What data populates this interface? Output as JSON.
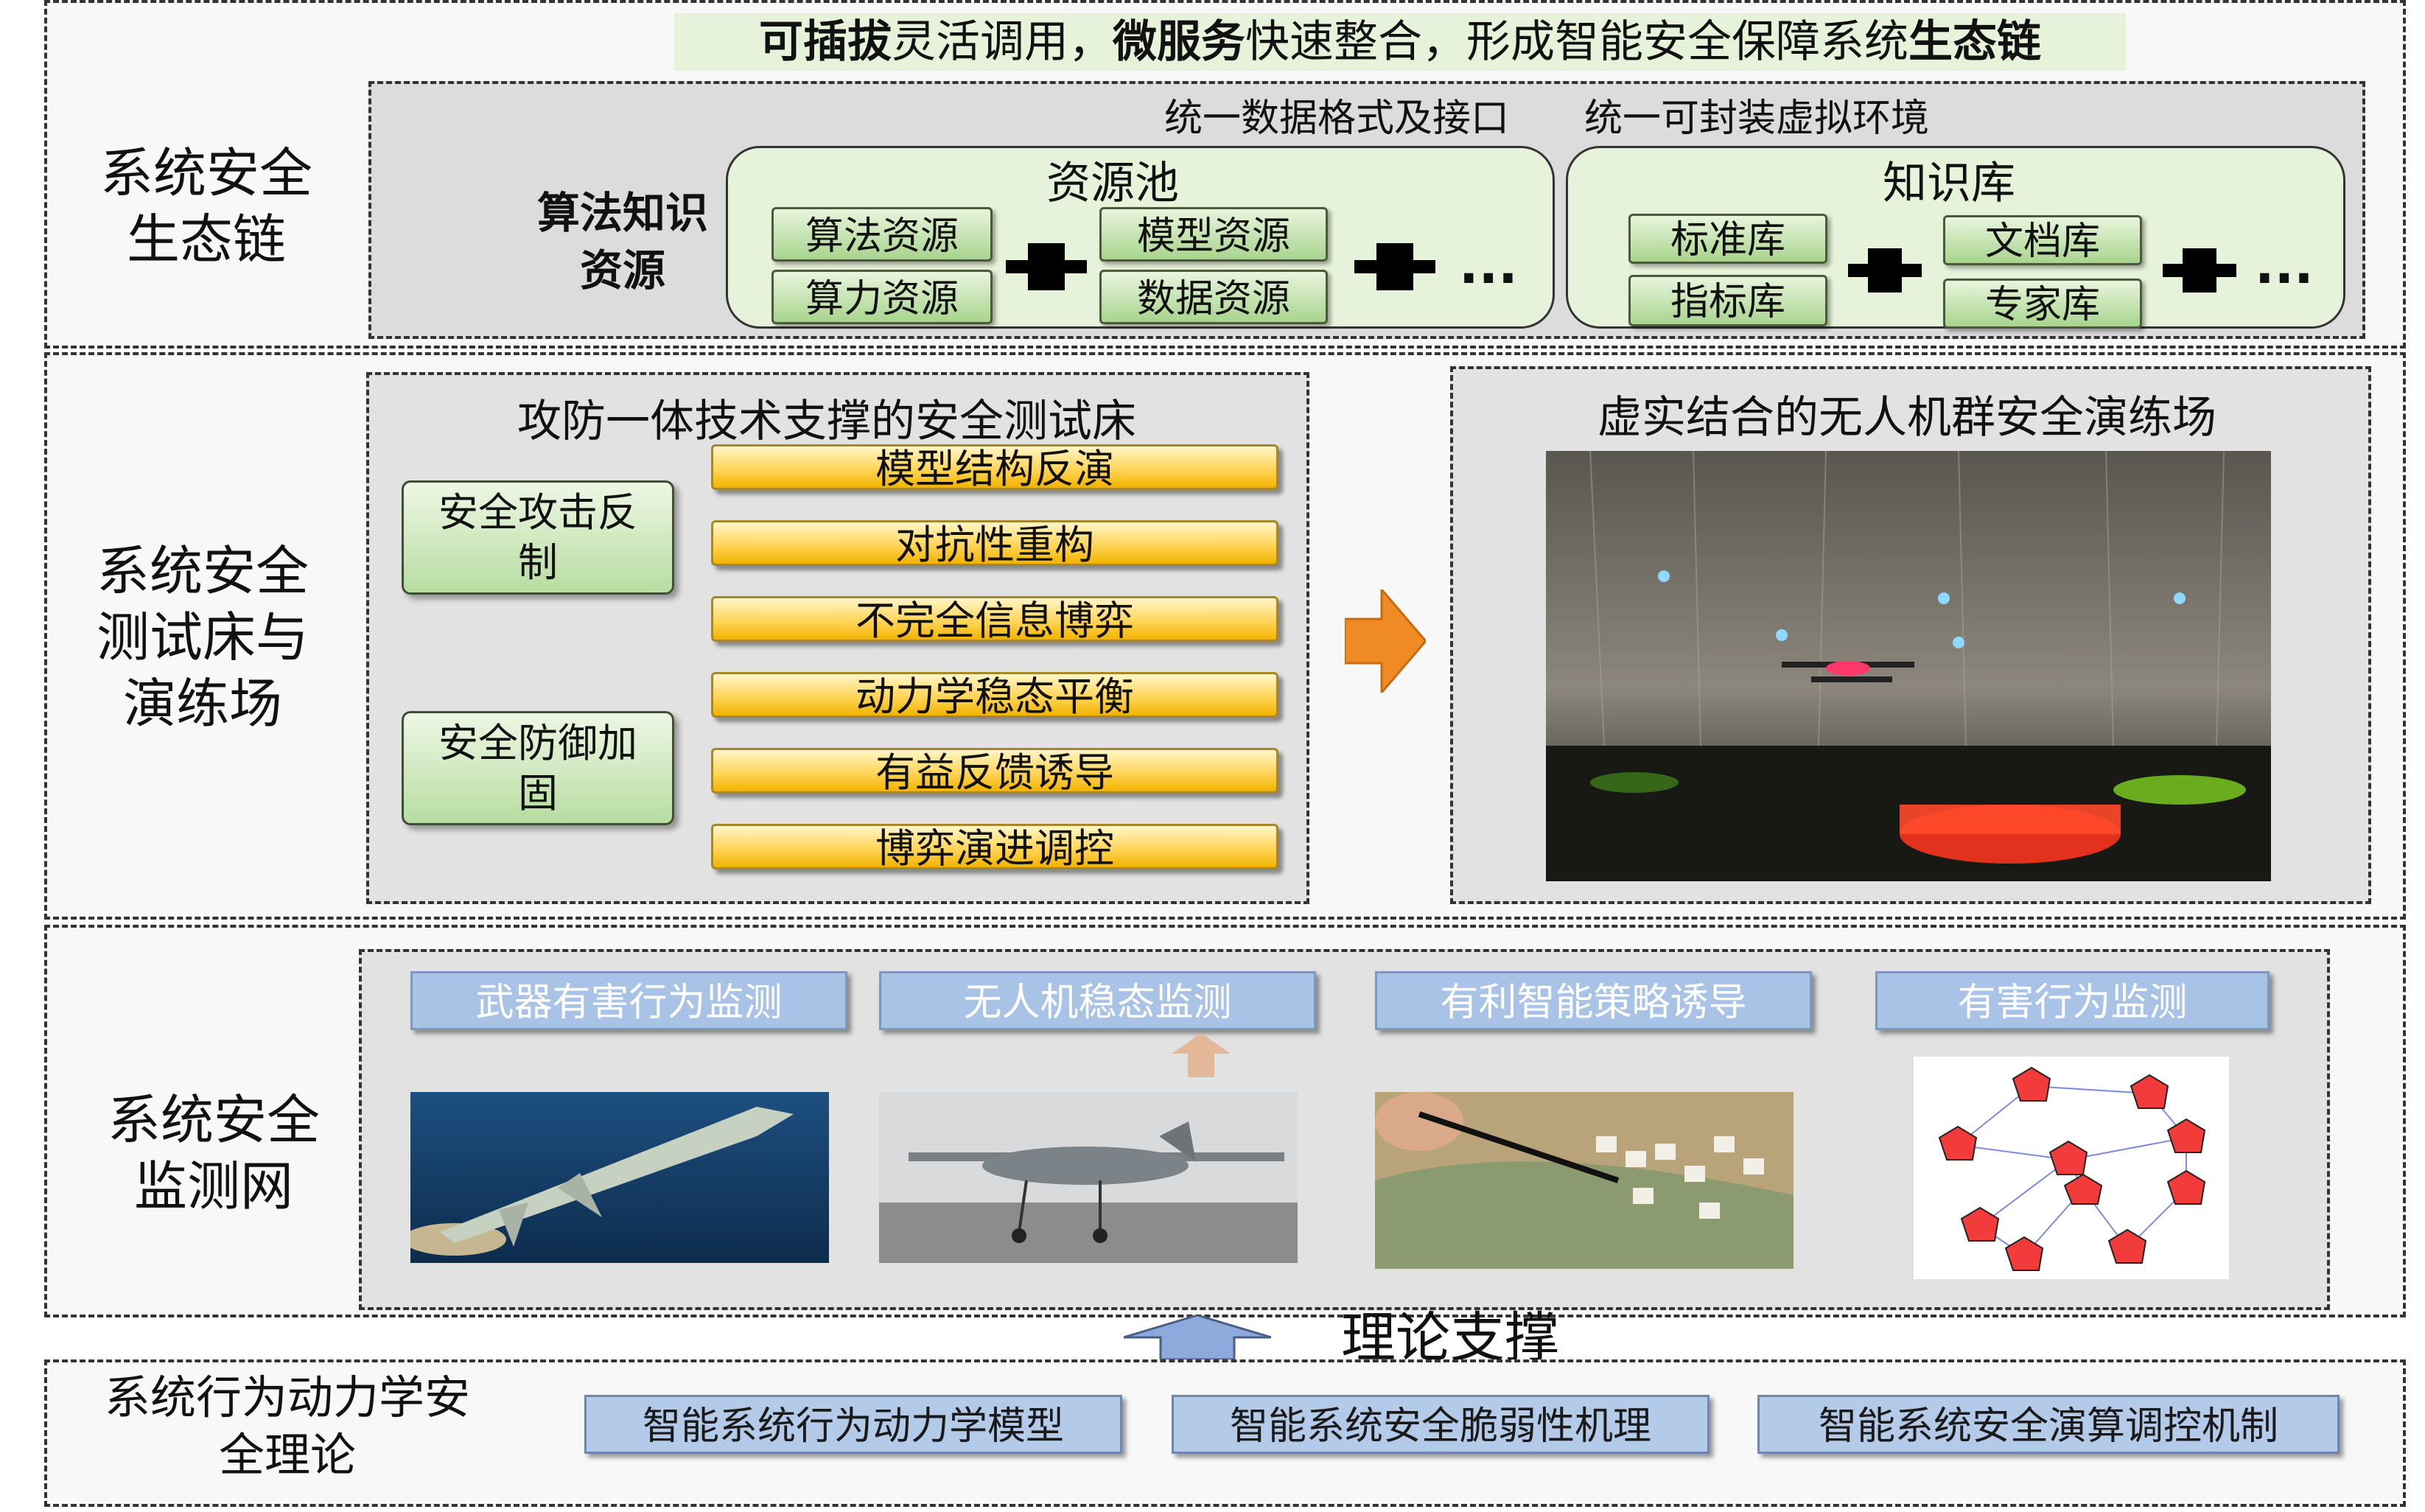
{
  "top_banner": {
    "part1_bold": "可插拔",
    "part2": "灵活调用，",
    "part3_bold": "微服务",
    "part4": "快速整合，形成智能安全保障系统",
    "part5_bold": "生态链"
  },
  "ecochain": {
    "row_label": "系统安全\n生态链",
    "format_label": "统一数据格式及接口",
    "env_label": "统一可封装虚拟环境",
    "algo_label": "算法知识\n资源",
    "resource_pool": {
      "title": "资源池",
      "items": [
        "算法资源",
        "算力资源",
        "模型资源",
        "数据资源"
      ],
      "more": "..."
    },
    "knowledge_base": {
      "title": "知识库",
      "items": [
        "标准库",
        "指标库",
        "文档库",
        "专家库"
      ],
      "more": "..."
    }
  },
  "testbed": {
    "row_label": "系统安全\n测试床与\n演练场",
    "left_title": "攻防一体技术支撑的安全测试床",
    "attack_label": "安全攻击反\n制",
    "defense_label": "安全防御加\n固",
    "bars": [
      "模型结构反演",
      "对抗性重构",
      "不完全信息博弈",
      "动力学稳态平衡",
      "有益反馈诱导",
      "博弈演进调控"
    ],
    "right_title": "虚实结合的无人机群安全演练场"
  },
  "monitor": {
    "row_label": "系统安全\n监测网",
    "tags": [
      "武器有害行为监测",
      "无人机稳态监测",
      "有利智能策略诱导",
      "有害行为监测"
    ]
  },
  "theory": {
    "support_label": "理论支撑",
    "row_label": "系统行为动力学安\n全理论",
    "items": [
      "智能系统行为动力学模型",
      "智能系统安全脆弱性机理",
      "智能系统安全演算调控机制"
    ]
  },
  "colors": {
    "green_fill": "#e6f2da",
    "yellow_bar": "#ffd55a",
    "blue_tag": "#a9c3e6",
    "orange_arrow": "#f08a24",
    "cycle_arrow": "#e6a500"
  }
}
